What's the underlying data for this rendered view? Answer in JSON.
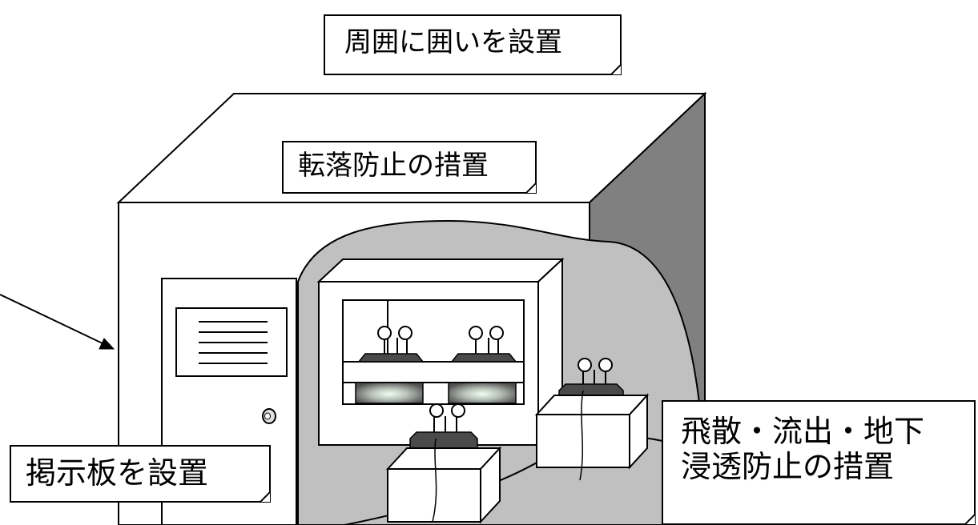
{
  "labels": {
    "fence": "周囲に囲いを設置",
    "fall_prevention": "転落防止の措置",
    "signboard": "掲示板を設置",
    "spill_line1": "飛散・流出・地下",
    "spill_line2": "浸透防止の措置"
  },
  "colors": {
    "outline": "#000000",
    "wall_side": "#808080",
    "floor_area": "#c0c0c0",
    "drum_top": "#4a4a4a",
    "background": "#ffffff"
  }
}
